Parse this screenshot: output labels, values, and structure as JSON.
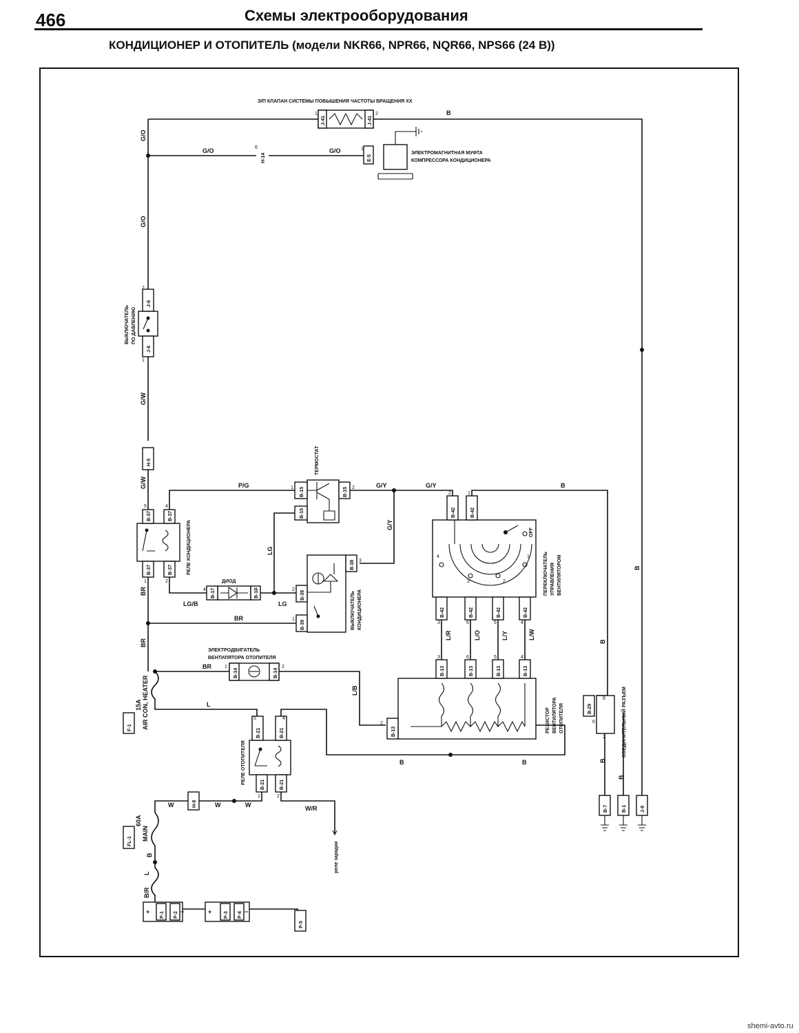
{
  "header": {
    "page_number": "466",
    "section": "Схемы электрооборудования",
    "title": "КОНДИЦИОНЕР И ОТОПИТЕЛЬ (модели NKR66, NPR66, NQR66, NPS66 (24 В))"
  },
  "footer": {
    "site": "shemi-avto.ru"
  },
  "components": {
    "idle_valve": "Э/П КЛАПАН СИСТЕМЫ ПОВЫШЕНИЯ ЧАСТОТЫ ВРАЩЕНИЯ ХХ",
    "clutch_1": "ЭЛЕКТРОМАГНИТНАЯ МУФТА",
    "clutch_2": "КОМПРЕССОРА КОНДИЦИОНЕРА",
    "pressure_switch_1": "ВЫКЛЮЧАТЕЛЬ",
    "pressure_switch_2": "ПО ДАВЛЕНИЮ",
    "thermostat": "ТЕРМОСТАТ",
    "ac_relay": "РЕЛЕ КОНДИЦИОНЕРА",
    "diode": "ДИОД",
    "ac_switch_1": "ВЫКЛЮЧАТЕЛЬ",
    "ac_switch_2": "КОНДИЦИОНЕРА",
    "fan_switch_1": "ПЕРЕКЛЮЧАТЕЛЬ",
    "fan_switch_2": "УПРАВЛЕНИЯ",
    "fan_switch_3": "ВЕНТИЛЯТОРОМ",
    "fan_switch_off": "OFF",
    "motor_1": "ЭЛЕКТРОДВИГАТЕЛЬ",
    "motor_2": "ВЕНТИЛЯТОРА ОТОПИТЕЛЯ",
    "resistor_1": "РЕЗИСТОР",
    "resistor_2": "ВЕНТИЛЯТОРА",
    "resistor_3": "ОТОПИТЕЛЯ",
    "junction": "СОЕДИНИТЕЛЬНЫЙ РАЗЪЕМ",
    "heater_relay": "РЕЛЕ ОТОПИТЕЛЯ",
    "fuse_15a_rating": "15A",
    "fuse_15a_name": "AIR CON, HEATER",
    "fuse_60a_rating": "60A",
    "fuse_60a_name": "MAIN",
    "charge_relay": "реле зарядки"
  },
  "wires": {
    "G_O": "G/O",
    "B": "B",
    "G_W": "G/W",
    "P_G": "P/G",
    "G_Y": "G/Y",
    "LG": "LG",
    "LG_B": "LG/B",
    "BR": "BR",
    "L": "L",
    "L_B": "L/B",
    "L_R": "L/R",
    "L_O": "L/O",
    "L_Y": "L/Y",
    "L_W": "L/W",
    "W": "W",
    "W_R": "W/R",
    "B_R": "B/R"
  },
  "connectors": {
    "J41": "J-41",
    "H14": "H-14",
    "E5": "E-5",
    "J6": "J-6",
    "H5": "H-5",
    "B37": "B-37",
    "B15": "B-15",
    "B38": "B-38",
    "B39": "B-39",
    "B17": "B-17",
    "B42": "B-42",
    "B13": "B-13",
    "B14": "B-14",
    "F1": "F-1",
    "B21": "B-21",
    "B29": "B-29",
    "H8": "H-8",
    "FL1": "FL-1",
    "B7": "B-7",
    "B1": "B-1",
    "J9": "J-9",
    "P1": "P-1",
    "P2": "P-2",
    "P3": "P-3",
    "P4": "P-4",
    "P5": "P-5"
  },
  "pins": {
    "p1": "1",
    "p2": "2",
    "p3": "3",
    "p4": "4",
    "p5": "5",
    "p6": "6",
    "p8": "8"
  },
  "battery": {
    "plus": "+",
    "minus": "−"
  }
}
